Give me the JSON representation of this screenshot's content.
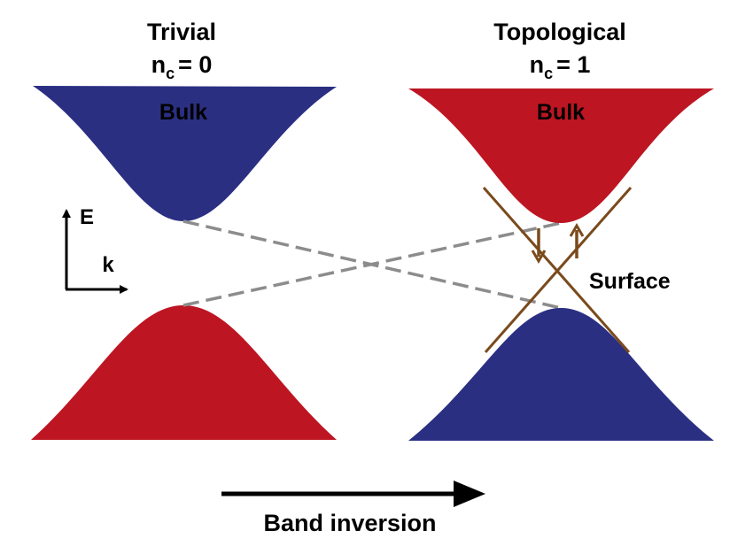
{
  "colors": {
    "blue_band": "#2b2f82",
    "red_band": "#bd1522",
    "dashed_line": "#8c8c8c",
    "surface_state": "#7a4a1c",
    "text": "#000000"
  },
  "left_panel": {
    "title": "Trivial",
    "invariant_symbol": "n",
    "invariant_subscript": "c",
    "invariant_value": "= 0",
    "band_label": "Bulk"
  },
  "right_panel": {
    "title": "Topological",
    "invariant_symbol": "n",
    "invariant_subscript": "c",
    "invariant_value": "= 1",
    "band_label": "Bulk",
    "surface_label": "Surface"
  },
  "axes": {
    "energy_label": "E",
    "momentum_label": "k"
  },
  "bottom": {
    "label": "Band inversion"
  },
  "icons": {
    "spin_down": "down-arrow",
    "spin_up": "up-arrow"
  }
}
